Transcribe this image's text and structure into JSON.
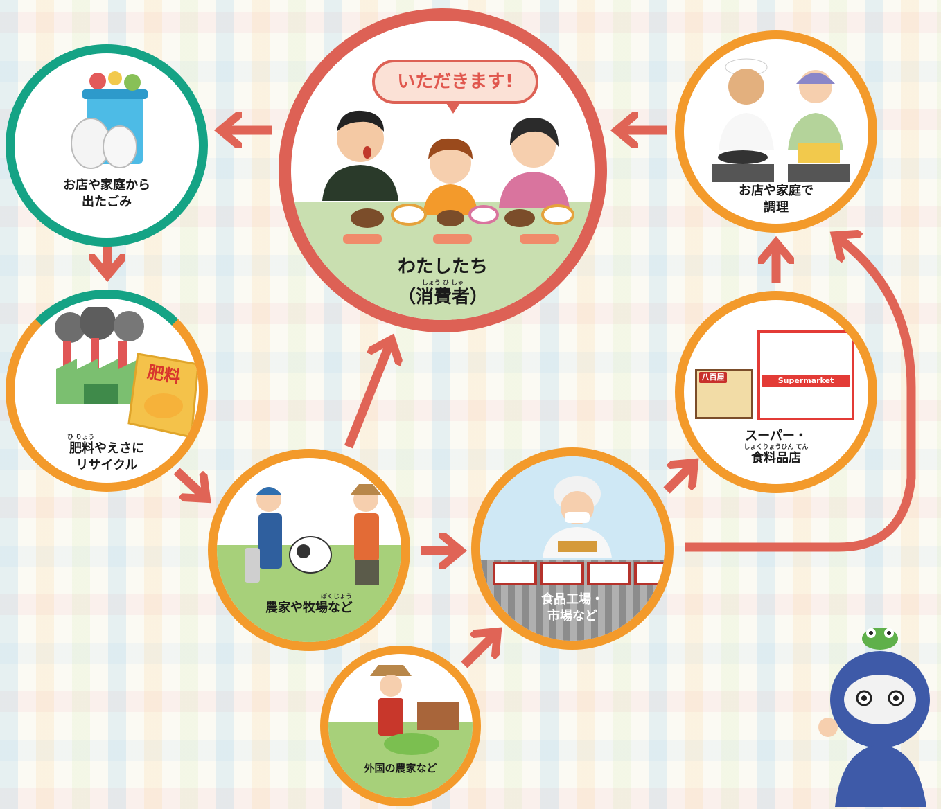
{
  "colors": {
    "consumer_ring": "#dd6155",
    "waste_ring": "#15a385",
    "orange_ring": "#f39a2b",
    "arrow": "#e06456",
    "field_green": "#a7d07a",
    "table_green": "#c9dfb0"
  },
  "nodes": {
    "consumers": {
      "label_line1": "わたしたち",
      "label_line2": "（消費者）",
      "ruby": "しょう  ひ   しゃ",
      "speech": "いただきます!"
    },
    "waste": {
      "label_line1": "お店や家庭から",
      "label_line2": "出たごみ"
    },
    "recycle": {
      "label_line1": "肥料やえさに",
      "label_line2": "リサイクル",
      "ruby": "ひ りょう",
      "bag_text": "肥料"
    },
    "farm": {
      "label": "農家や牧場など",
      "ruby": "ぼくじょう"
    },
    "factory": {
      "label_line1": "食品工場・",
      "label_line2": "市場など"
    },
    "shop": {
      "label_line1": "スーパー・",
      "label_line2": "食料品店",
      "ruby": "しょくりょうひん てん",
      "sign_super": "Supermarket",
      "sign_greengrocer": "八百屋"
    },
    "cooking": {
      "label_line1": "お店や家庭で",
      "label_line2": "調理"
    },
    "foreign_farm": {
      "label": "外国の農家など"
    }
  }
}
